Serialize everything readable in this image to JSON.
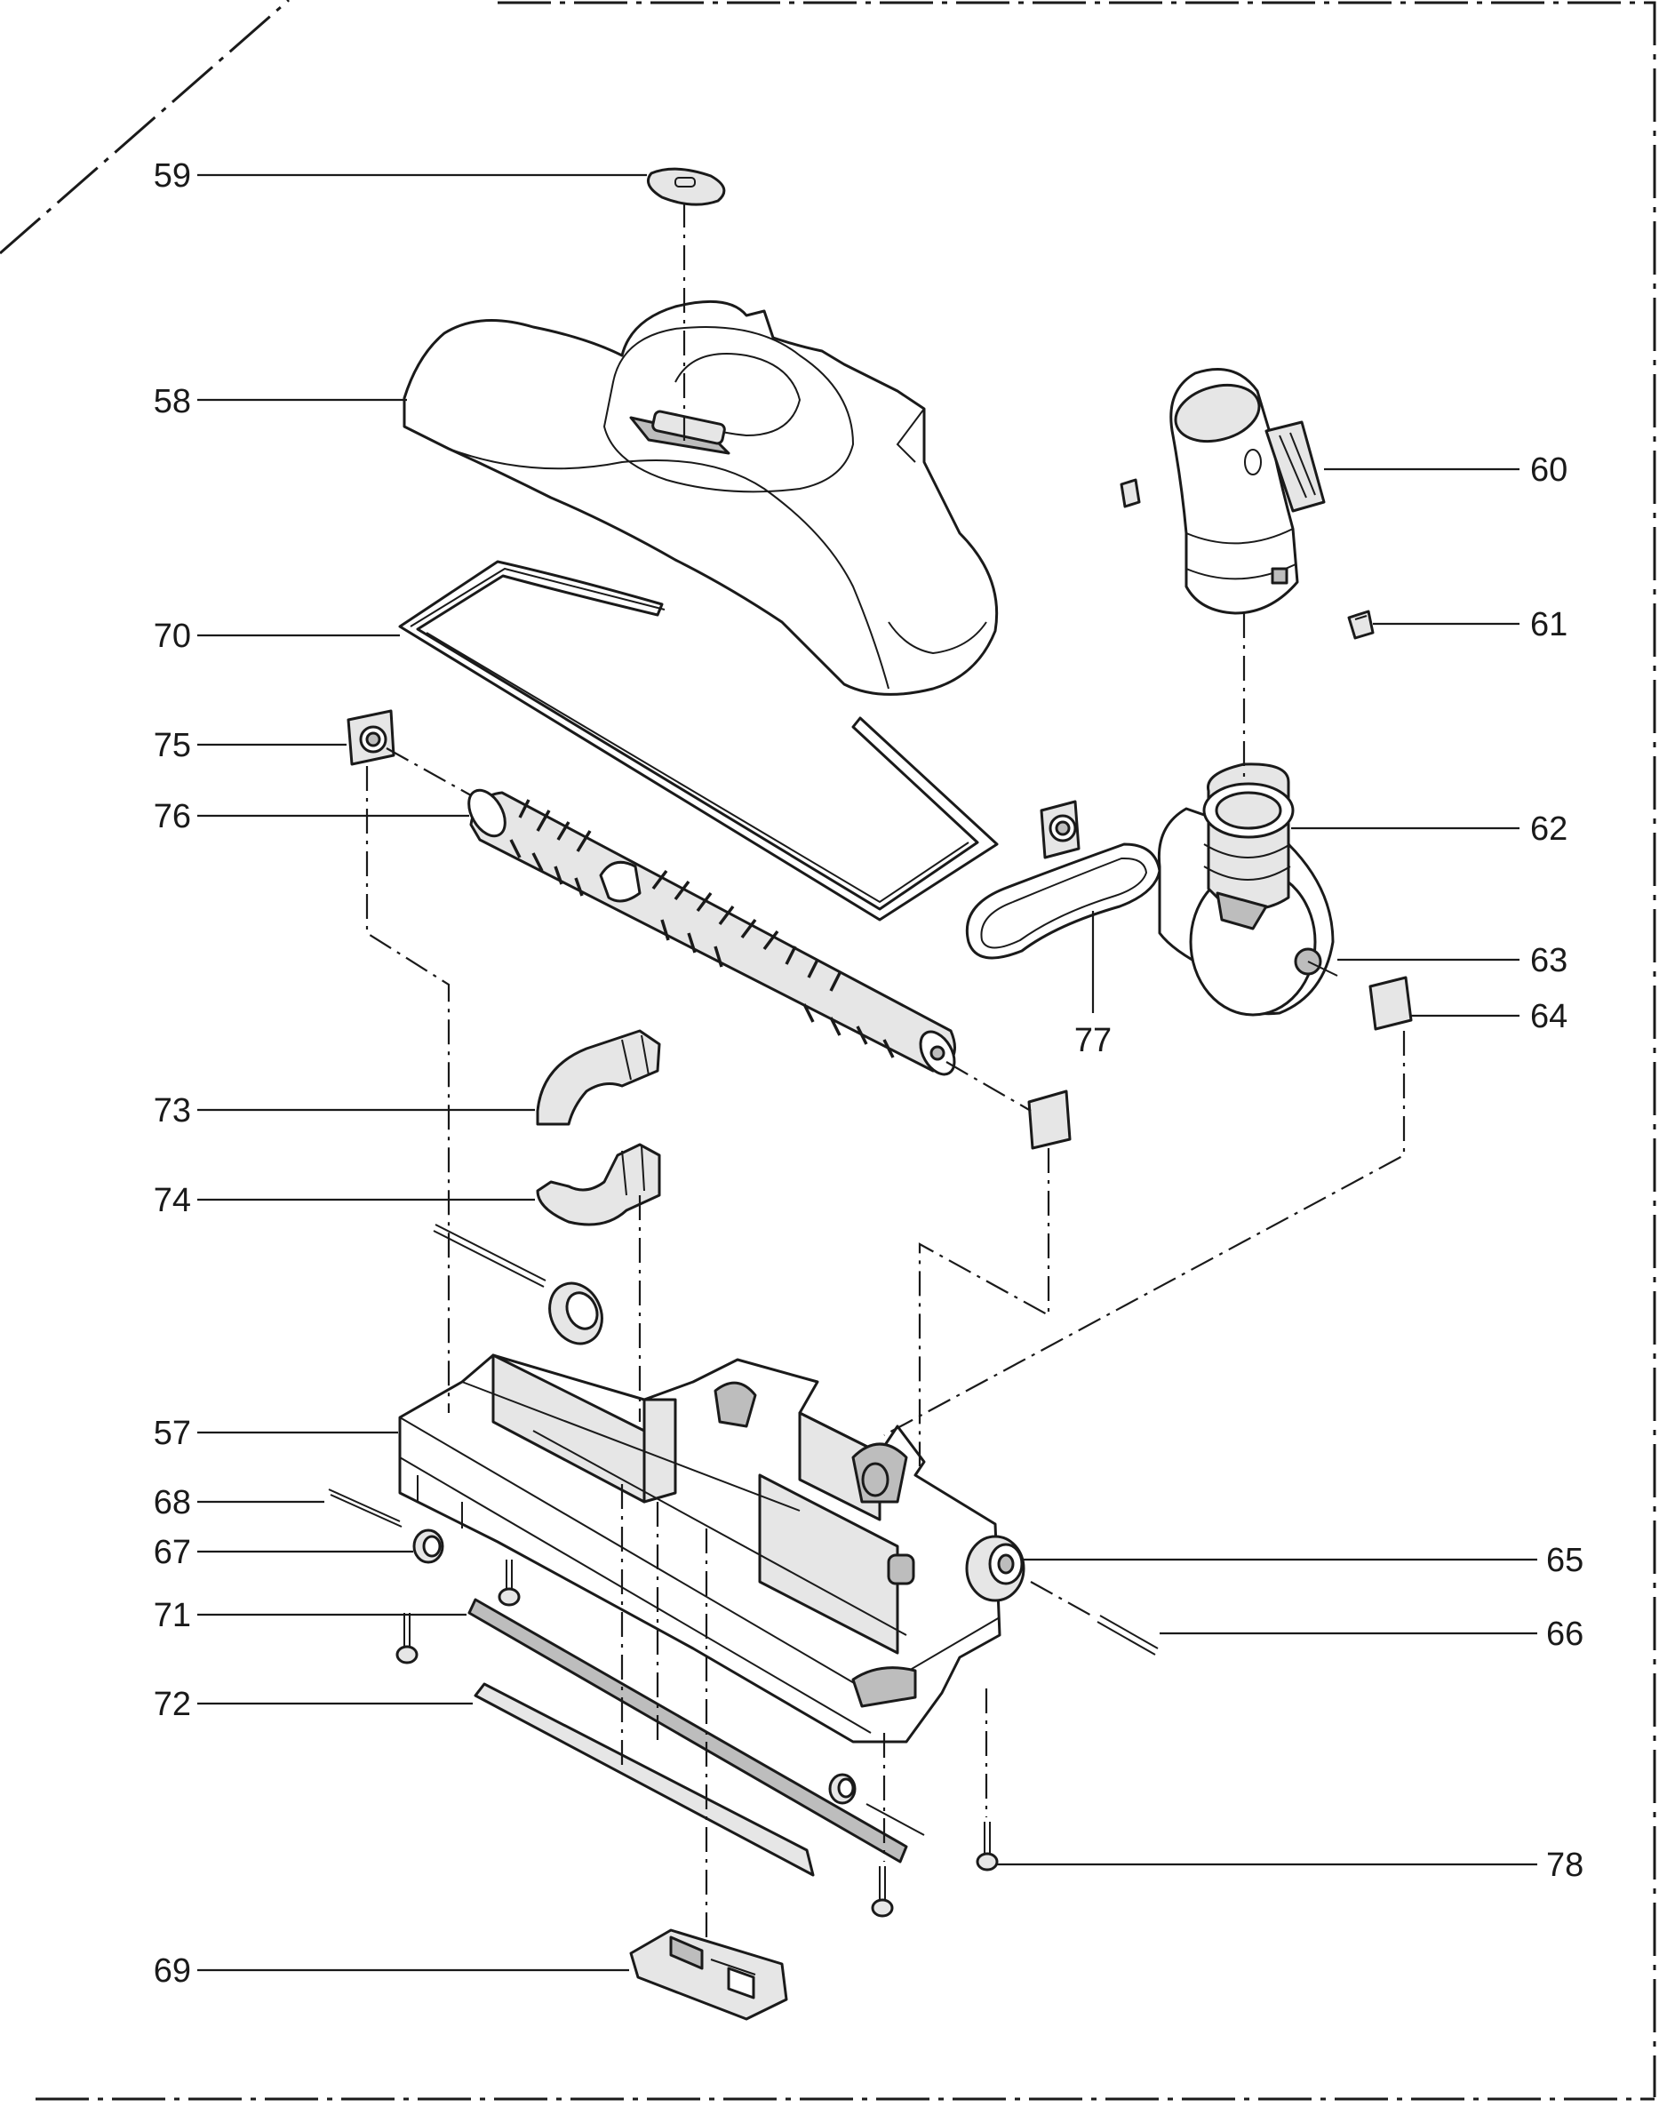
{
  "labels": {
    "p59": "59",
    "p58": "58",
    "p70": "70",
    "p75": "75",
    "p76": "76",
    "p73": "73",
    "p74": "74",
    "p57": "57",
    "p68": "68",
    "p67": "67",
    "p71": "71",
    "p72": "72",
    "p69": "69",
    "p60": "60",
    "p61": "61",
    "p62": "62",
    "p63": "63",
    "p64": "64",
    "p77": "77",
    "p65": "65",
    "p66": "66",
    "p78": "78"
  },
  "colors": {
    "ink": "#1a1a1a",
    "paper": "#ffffff",
    "shade_light": "#e6e6e6",
    "shade_dark": "#bdbdbd"
  }
}
